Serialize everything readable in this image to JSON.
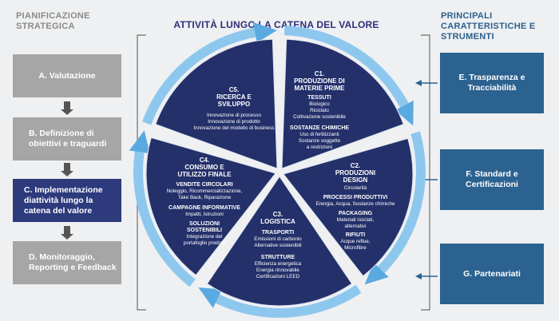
{
  "left_column": {
    "title_lines": [
      "PIANIFICAZIONE",
      "STRATEGICA"
    ],
    "steps": [
      {
        "label": "A. Valutazione"
      },
      {
        "label_lines": [
          "B. Definizione di",
          "obiettivi e traguardi"
        ]
      },
      {
        "label_lines": [
          "C. Implementazione",
          "diattività lungo la",
          "catena del valore"
        ]
      },
      {
        "label_lines": [
          "D. Monitoraggio,",
          "Reporting e Feedback"
        ]
      }
    ]
  },
  "center": {
    "title": "ATTIVITÀ LUNGO LA CATENA DEL VALORE",
    "segments": {
      "c1": {
        "heading": [
          "C1.",
          "PRODUZIONE DI",
          "MATERIE PRIME"
        ],
        "sub1": "TESSUTI",
        "items1": [
          "Biologico",
          "Riciclato",
          "Coltivazione sostenibile"
        ],
        "sub2": "SOSTANZE CHIMICHE",
        "items2": [
          "Uso di fertilizzanti",
          "Sostanze soggette",
          "a restrizioni"
        ]
      },
      "c2": {
        "heading": [
          "C2.",
          "PRODUZIONI",
          "DESIGN"
        ],
        "items0": [
          "Circolarità"
        ],
        "sub1": "PROCESSI PRODUTTIVI",
        "items1": [
          "Energia, Acqua, Sostanze chimiche"
        ],
        "sub2": "PACKAGING",
        "items2": [
          "Materiali riciclati,",
          "alternativi"
        ],
        "sub3": "RIFIUTI",
        "items3": [
          "Acque reflue,",
          "Microfibre"
        ]
      },
      "c3": {
        "heading": [
          "C3.",
          "LOGISTICA"
        ],
        "sub1": "TRASPORTI",
        "items1": [
          "Emissioni di carbonio",
          "Alternative sostenibili"
        ],
        "sub2": "STRUTTURE",
        "items2": [
          "Efficienza energetica",
          "Energia rinnovabile",
          "Certificazioni LEED"
        ]
      },
      "c4": {
        "heading": [
          "C4.",
          "CONSUMO E",
          "UTILIZZO FINALE"
        ],
        "sub1": "VENDITE CIRCOLARI",
        "items1": [
          "Noleggio, Ricommercializzazione,",
          "Take Back, Riparazione"
        ],
        "sub2": "CAMPAGNE INFORMATIVE",
        "items2": [
          "Impatti, Istruzioni"
        ],
        "sub3_lines": [
          "SOLUZIONI",
          "SOSTENIBILI"
        ],
        "items3": [
          "Integrazione del",
          "portafoglio prodotti"
        ]
      },
      "c5": {
        "heading": [
          "C5.",
          "RICERCA E",
          "SVILUPPO"
        ],
        "items1": [
          "Innovazione di processo",
          "Innovazione di prodotto",
          "Innovazione del modello di business"
        ]
      }
    },
    "colors": {
      "wedge": "#24306a",
      "ring": "#8ec7ee",
      "ring_dark": "#4b97d2",
      "arrow": "#5aa9e0"
    }
  },
  "right_column": {
    "title_lines": [
      "PRINCIPALI",
      "CARATTERISTICHE E",
      "STRUMENTI"
    ],
    "boxes": [
      {
        "label_lines": [
          "E. Trasparenza e",
          "Tracciabilità"
        ]
      },
      {
        "label_lines": [
          "F. Standard e",
          "Certificazioni"
        ]
      },
      {
        "label": "G. Partenariati"
      }
    ]
  }
}
